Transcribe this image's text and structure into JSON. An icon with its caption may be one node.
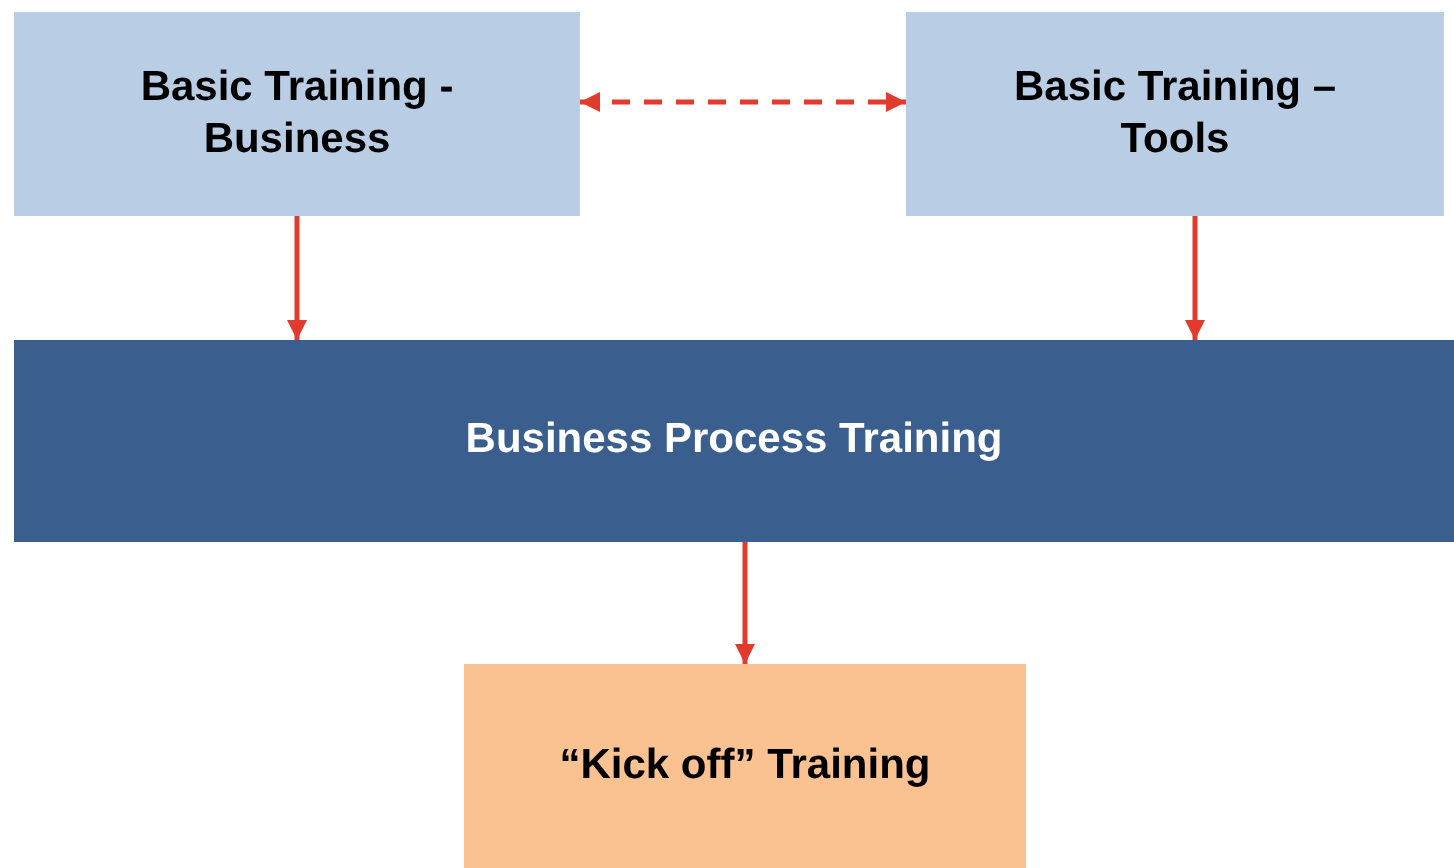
{
  "diagram": {
    "nodes": [
      {
        "text": [
          "Basic Training - Business"
        ]
      },
      {
        "text": [
          "Basic Training – Tools"
        ]
      },
      {
        "text": [
          "Business Process Training"
        ]
      },
      {
        "text": [
          "“Kick off” Training"
        ]
      }
    ],
    "edges": [
      {
        "from": 0,
        "to": 1,
        "arrow": "both",
        "style": "dashed"
      },
      {
        "from": 0,
        "to": 2,
        "arrow": "to"
      },
      {
        "from": 1,
        "to": 2,
        "arrow": "to"
      },
      {
        "from": 2,
        "to": 3,
        "arrow": "to"
      }
    ]
  }
}
